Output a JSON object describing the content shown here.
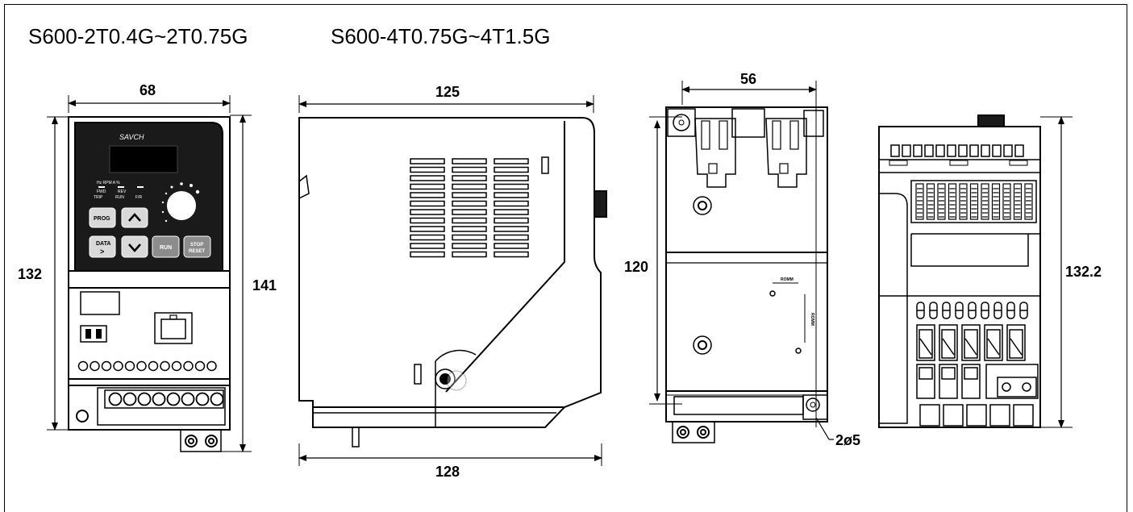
{
  "titles": {
    "left_model": "S600-2T0.4G~2T0.75G",
    "right_model": "S600-4T0.75G~4T1.5G"
  },
  "front_view": {
    "width_dim": "68",
    "height_dim_left": "132",
    "height_dim_right": "141",
    "keypad": {
      "brand": "SAVCH",
      "led_row_top": "Hz  RPM  A  %",
      "led_labels": [
        "FWD",
        "REV",
        "TRIP",
        "RUN",
        "F/R"
      ],
      "buttons": {
        "prog": "PROG",
        "data": "DATA",
        "data_arrow": ">",
        "run": "RUN",
        "stop": "STOP",
        "reset": "RESET"
      }
    }
  },
  "side_view": {
    "top_dim": "125",
    "bottom_dim": "128"
  },
  "back_view": {
    "width_dim": "56",
    "height_dim": "120",
    "hole_label": "2ø5",
    "inner_dim_h": "ROMM",
    "inner_dim_v": "ROMM"
  },
  "terminal_view": {
    "height_dim": "132.2"
  }
}
